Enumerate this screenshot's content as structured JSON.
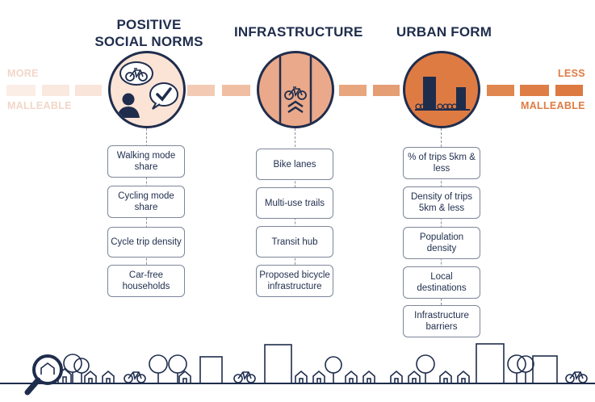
{
  "scale": {
    "left_top": "MORE",
    "left_bottom": "MALLEABLE",
    "right_top": "LESS",
    "right_bottom": "MALLEABLE"
  },
  "columns": [
    {
      "title_line1": "POSITIVE",
      "title_line2": "SOCIAL NORMS",
      "icon": "person-bike-checkmark-icon",
      "items": [
        "Walking mode share",
        "Cycling mode share",
        "Cycle trip density",
        "Car-free households"
      ]
    },
    {
      "title_line1": "INFRASTRUCTURE",
      "icon": "bike-lane-icon",
      "items": [
        "Bike lanes",
        "Multi-use trails",
        "Transit hub",
        "Proposed bicycle infrastructure"
      ]
    },
    {
      "title_line1": "URBAN FORM",
      "icon": "buildings-bikes-icon",
      "items": [
        "% of trips 5km & less",
        "Density of trips 5km & less",
        "Population density",
        "Local destinations",
        "Infrastructure barriers"
      ]
    }
  ],
  "colors": {
    "navy": "#1f2d4d",
    "light_peach": "#f7dccd",
    "mid_peach": "#eab392",
    "orange": "#de7b43"
  }
}
